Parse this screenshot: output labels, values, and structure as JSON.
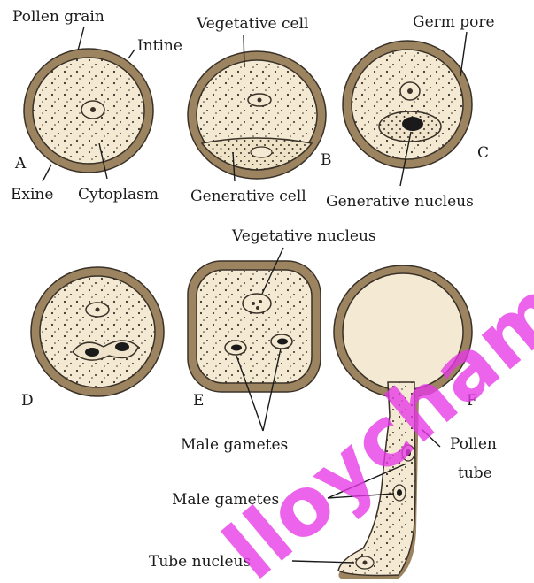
{
  "figure": {
    "labels": {
      "pollen_grain": "Pollen grain",
      "intine": "Intine",
      "exine": "Exine",
      "cytoplasm": "Cytoplasm",
      "vegetative_cell": "Vegetative cell",
      "generative_cell": "Generative cell",
      "germ_pore": "Germ pore",
      "generative_nucleus": "Generative nucleus",
      "vegetative_nucleus": "Vegetative nucleus",
      "male_gametes_e": "Male gametes",
      "male_gametes_f": "Male gametes",
      "pollen_tube_line1": "Pollen",
      "pollen_tube_line2": "tube",
      "tube_nucleus": "Tube nucleus"
    },
    "panels": [
      "A",
      "B",
      "C",
      "D",
      "E",
      "F"
    ],
    "watermark": "lloychamp",
    "colors": {
      "wall": "#9c8460",
      "cytoplasm": "#f4ead3",
      "outline": "#3a3128",
      "watermark": "#e639e6"
    }
  }
}
